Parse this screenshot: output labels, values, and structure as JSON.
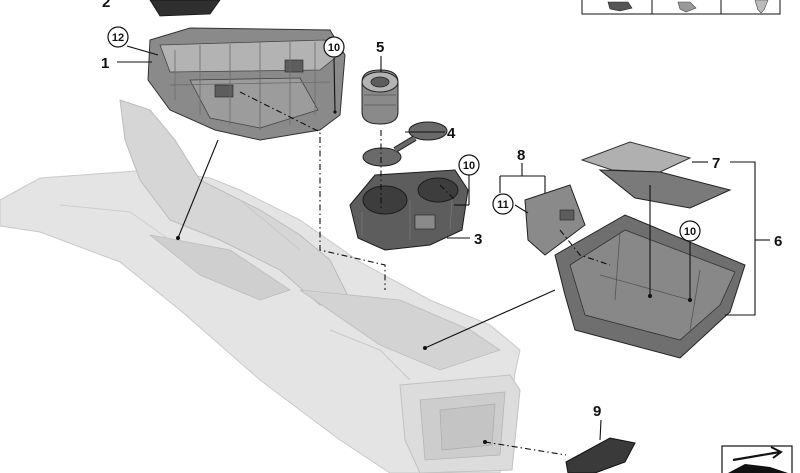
{
  "callouts": {
    "c1": "1",
    "c2": "2",
    "c3": "3",
    "c4": "4",
    "c5": "5",
    "c6": "6",
    "c7": "7",
    "c8": "8",
    "c9": "9",
    "c10a": "10",
    "c10b": "10",
    "c10c": "10",
    "c11": "11",
    "c12": "12"
  },
  "colors": {
    "console": "#e4e4e4",
    "console_edge": "#c9c9c9",
    "part_dark": "#5d5d5d",
    "part_mid": "#8a8a8a",
    "part_light": "#b3b3b3",
    "line": "#111111"
  },
  "icons": [
    "parts-legend-icon",
    "fastener-clip-icon",
    "screw-icon",
    "diagram-reference-icon"
  ]
}
